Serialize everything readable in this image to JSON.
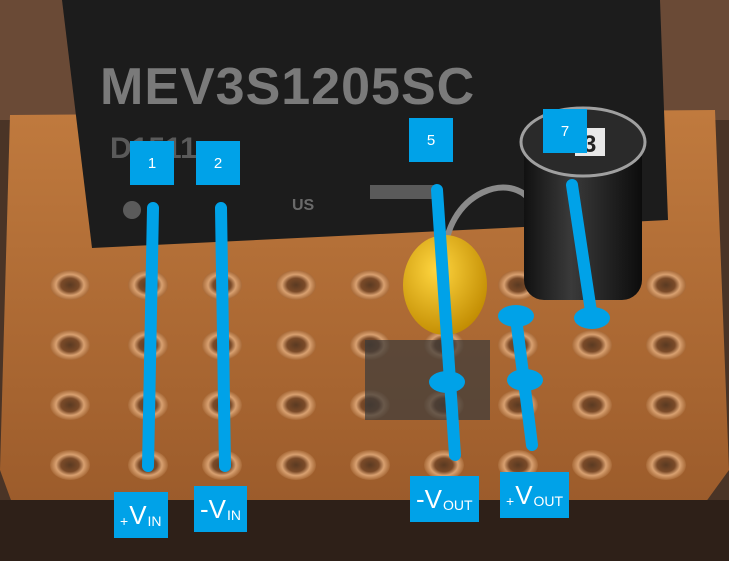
{
  "component": {
    "part_number": "MEV3S1205SC",
    "date_code": "D1511",
    "cert_mark": "US"
  },
  "inductor_marking": "3",
  "pin_numbers": [
    {
      "id": "pin-1",
      "number": "1"
    },
    {
      "id": "pin-2",
      "number": "2"
    },
    {
      "id": "pin-5",
      "number": "5"
    },
    {
      "id": "pin-7",
      "number": "7"
    }
  ],
  "pin_labels": {
    "plus_vin": {
      "prefix": "+",
      "main": "V",
      "sub": "IN"
    },
    "minus_vin": {
      "prefix": "-",
      "main": "V",
      "sub": "IN"
    },
    "minus_vout": {
      "prefix": "-",
      "main": "V",
      "sub": "OUT"
    },
    "plus_vout": {
      "prefix": "+",
      "main": "V",
      "sub": "OUT"
    }
  },
  "colors": {
    "annotation_blue": "#00a2e8",
    "pcb_copper": "#b8703a",
    "module_black": "#1c1c1c",
    "capacitor_yellow": "#e6b400"
  }
}
